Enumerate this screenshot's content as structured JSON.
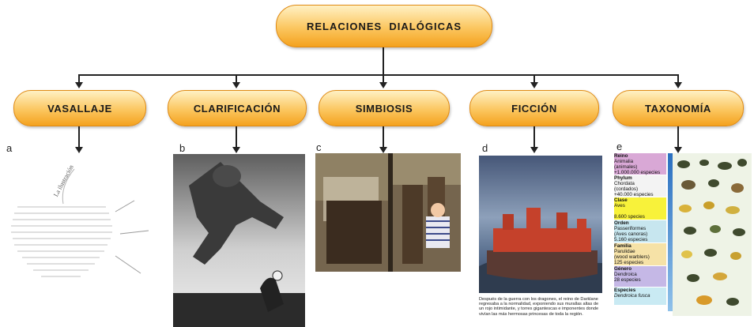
{
  "root": {
    "label": "RELACIONES  DIALÓGICAS"
  },
  "nodes": [
    {
      "label": "VASALLAJE",
      "letter": "a"
    },
    {
      "label": "CLARIFICACIÓN",
      "letter": "b"
    },
    {
      "label": "SIMBIOSIS",
      "letter": "c"
    },
    {
      "label": "FICCIÓN",
      "letter": "d"
    },
    {
      "label": "TAXONOMÍA",
      "letter": "e"
    }
  ],
  "panel_a": {
    "title": "La ilustración"
  },
  "panel_d": {
    "caption": "Después de la guerra con los dragones, el reino de Darklane regresaba a la normalidad, exponiendo sus murallas altas de un rojo intimidante, y torres gigantescas e imponentes donde vivían las más hermosas princesas de toda la región."
  },
  "panel_e": {
    "rows": [
      {
        "l1": "Reino",
        "l2": "Animalia",
        "l3": "(animales)",
        "l4": "+1.000.000 especies",
        "color": "#d9a8d6"
      },
      {
        "l1": "Phylum",
        "l2": "Chordata",
        "l3": "(cordados)",
        "l4": "+40.000  especies",
        "color": "#f3f3f3"
      },
      {
        "l1": "Clase",
        "l2": "Aves",
        "l3": "",
        "l4": "8.600 species",
        "color": "#f8f23a"
      },
      {
        "l1": "Orden",
        "l2": "Passeriformes",
        "l3": "(Aves canoras)",
        "l4": "5.160 especies",
        "color": "#c7e6ef"
      },
      {
        "l1": "Familia",
        "l2": "Parulidae",
        "l3": "(wood warblers)",
        "l4": "125  especies",
        "color": "#f6e2a7"
      },
      {
        "l1": "Género",
        "l2": "Dendroica",
        "l3": "28 especies",
        "l4": "",
        "color": "#c5b8e6"
      },
      {
        "l1": "Especies",
        "l2": "Dendroica fusca",
        "l3": "",
        "l4": "",
        "color": "#c9eaf3"
      }
    ]
  },
  "colors": {
    "pill_top": "#fff1c4",
    "pill_mid": "#fbc65f",
    "pill_bottom": "#f4a21e",
    "border": "#e08a12"
  }
}
